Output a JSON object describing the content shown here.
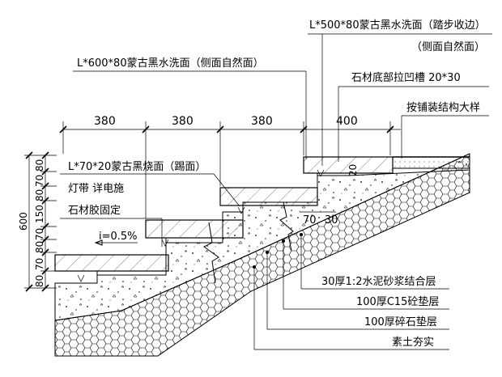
{
  "top_labels": {
    "edge_stone": "L*500*80蒙古黑水洗面（踏步收边）",
    "edge_stone_face": "（侧面自然面）",
    "tread_stone": "L*600*80蒙古黑水洗面（侧面自然面）",
    "groove": "石材底部拉凹槽 20*30",
    "paving_ref": "按铺装结构大样"
  },
  "dimensions": {
    "top": [
      "380",
      "380",
      "380",
      "400"
    ],
    "left": [
      "80",
      "70",
      "80",
      "150",
      "70",
      "80",
      "70",
      "80"
    ],
    "left_total": "600",
    "groove_20": "20",
    "gap_70": "70",
    "gap_30": "30"
  },
  "left_labels": {
    "riser_stone": "L*70*20蒙古黑烧面（踢面）",
    "light_strip": "灯带 详电施",
    "adhesive": "石材胶固定",
    "slope": "i=0.5%"
  },
  "layers": [
    "30厚1:2水泥砂浆结合层",
    "100厚C15砼垫层",
    "100厚碎石垫层",
    "素土夯实"
  ],
  "colors": {
    "line": "#000000",
    "background": "#ffffff"
  }
}
